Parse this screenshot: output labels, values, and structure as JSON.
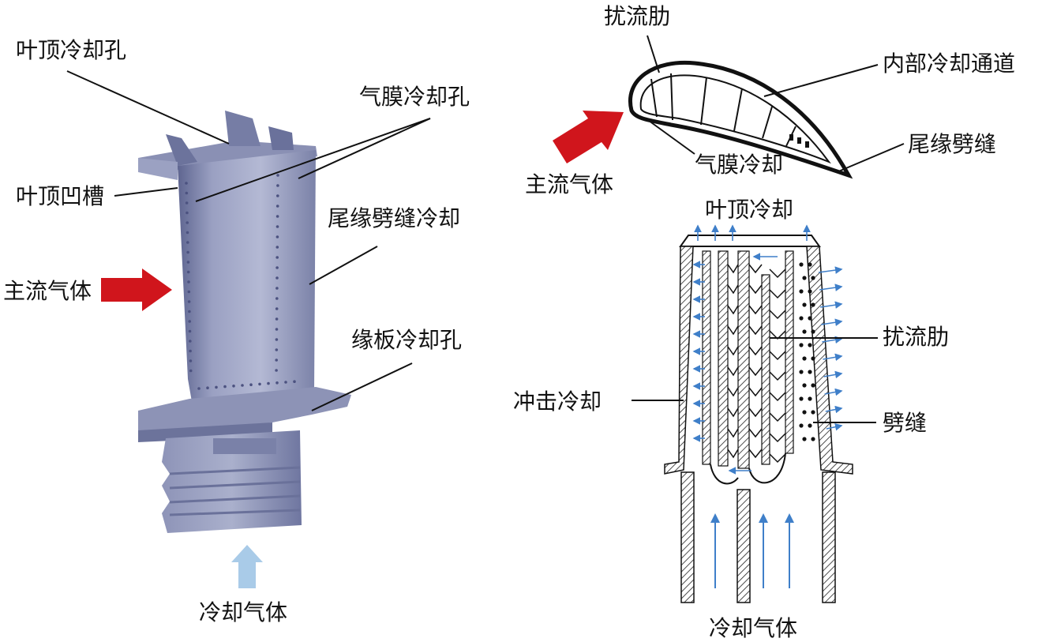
{
  "left_figure": {
    "labels": {
      "tip_cooling_holes": "叶顶冷却孔",
      "film_cooling_holes": "气膜冷却孔",
      "tip_groove": "叶顶凹槽",
      "trailing_edge_slot_cooling": "尾缘劈缝冷却",
      "mainstream_gas": "主流气体",
      "platform_cooling_holes": "缘板冷却孔",
      "coolant_gas": "冷却气体"
    }
  },
  "right_top_figure": {
    "labels": {
      "turbulator_ribs": "扰流肋",
      "internal_cooling_passage": "内部冷却通道",
      "trailing_edge_slot": "尾缘劈缝",
      "film_cooling": "气膜冷却",
      "mainstream_gas": "主流气体"
    }
  },
  "right_bottom_figure": {
    "labels": {
      "tip_cooling": "叶顶冷却",
      "turbulator_ribs": "扰流肋",
      "impingement_cooling": "冲击冷却",
      "slot": "劈缝",
      "coolant_gas": "冷却气体"
    }
  },
  "colors": {
    "blade_metal": "#7d84a8",
    "blade_light": "#a8aeca",
    "blade_dark": "#5a6088",
    "mainstream_arrow": "#d0151c",
    "coolant_arrow": "#a9cbe8",
    "flow_arrow": "#3f7fc9",
    "line": "#111111"
  }
}
